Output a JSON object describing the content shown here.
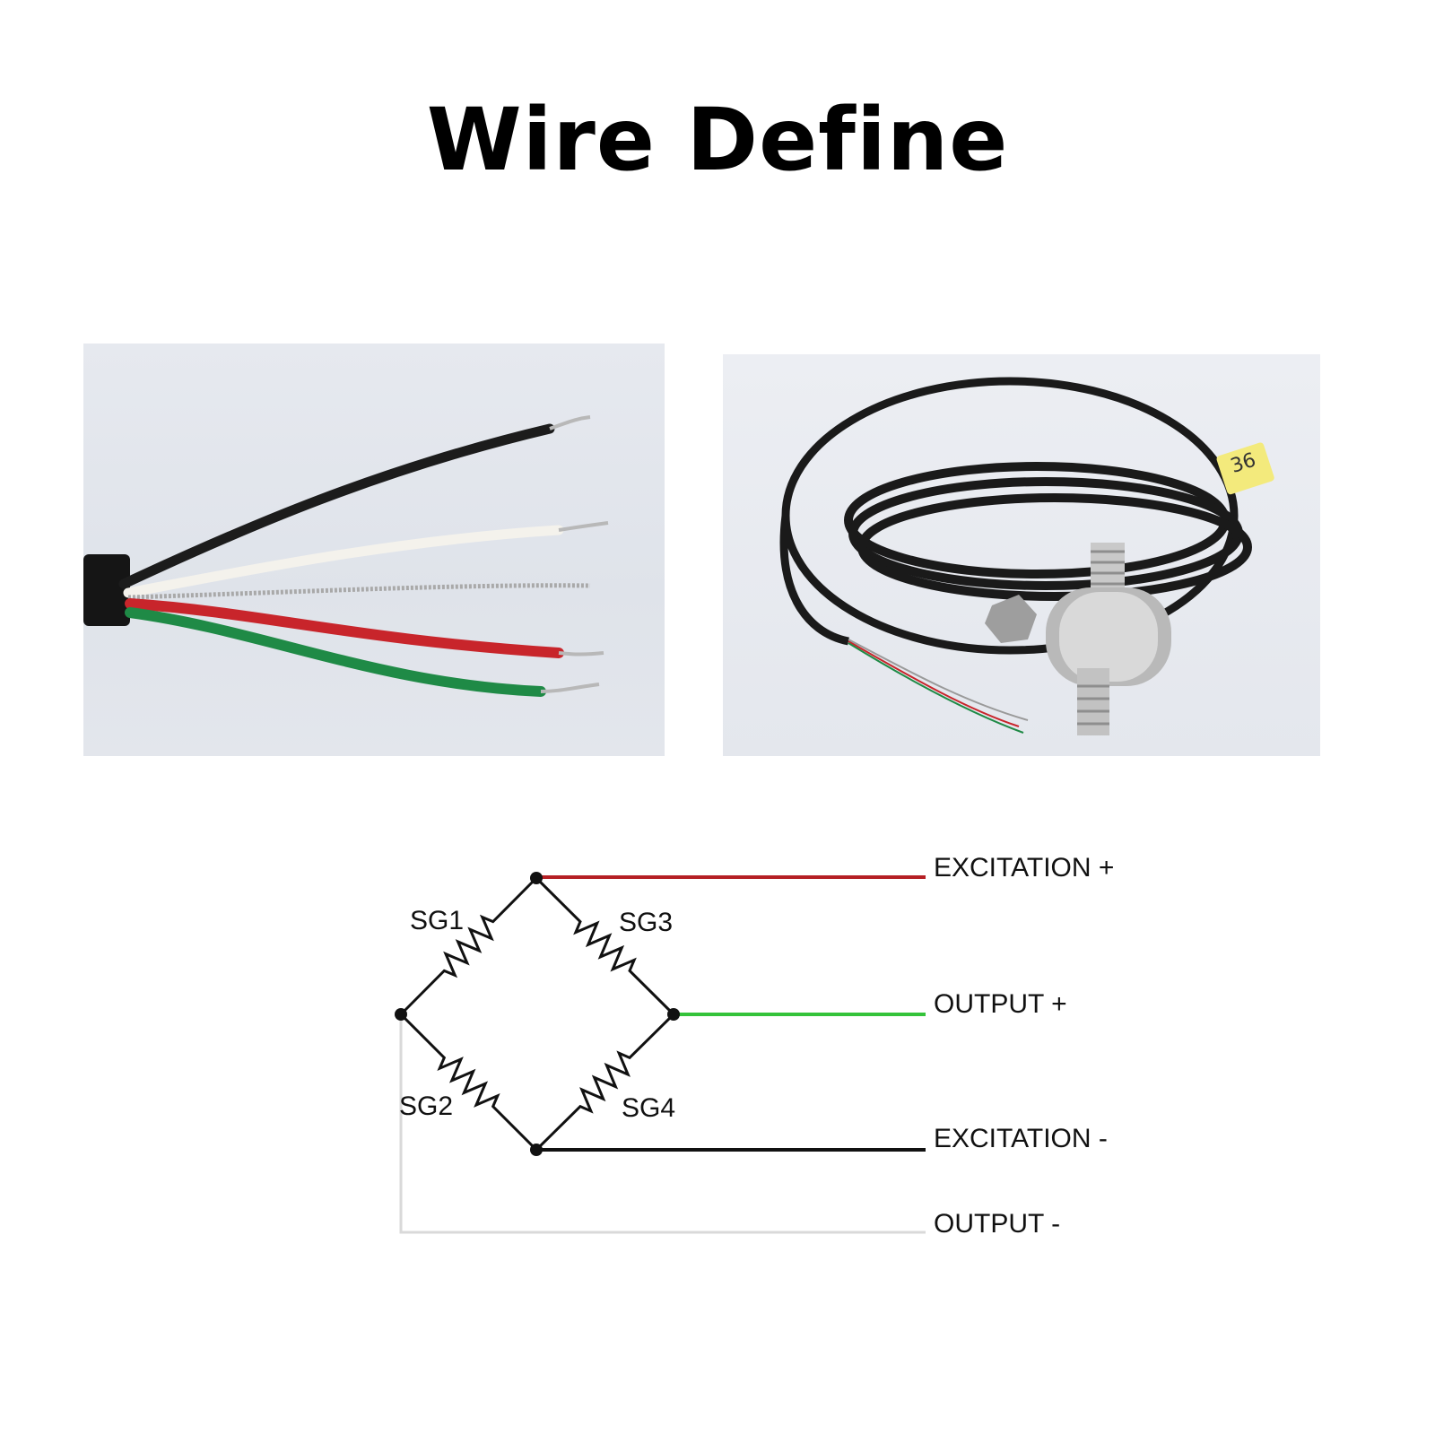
{
  "title": "Wire Define",
  "diagram": {
    "resistors": {
      "sg1": "SG1",
      "sg2": "SG2",
      "sg3": "SG3",
      "sg4": "SG4"
    },
    "wires": {
      "excitation_plus": {
        "label": "EXCITATION +",
        "color": "#b51f24"
      },
      "output_plus": {
        "label": "OUTPUT +",
        "color": "#34c33a"
      },
      "excitation_minus": {
        "label": "EXCITATION -",
        "color": "#111111"
      },
      "output_minus": {
        "label": "OUTPUT -",
        "color": "#d9d9d9"
      }
    }
  },
  "photos": {
    "left_wire_colors": [
      "#1c1c1c",
      "#f2f0ea",
      "#bdbdbd",
      "#c8252b",
      "#1f8a46"
    ],
    "right_sticker_text": "36"
  }
}
